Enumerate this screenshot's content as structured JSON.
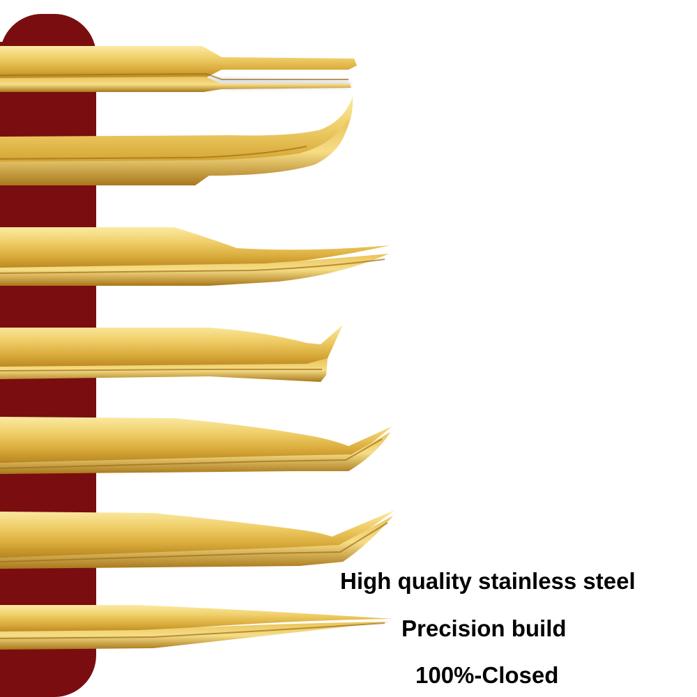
{
  "colors": {
    "background": "#ffffff",
    "backdrop_bar": "#7a0d10",
    "gold_light": "#f7e08a",
    "gold_mid": "#e2b84a",
    "gold_dark": "#a8771a",
    "caption_text": "#000000"
  },
  "product": {
    "tweezers": [
      {
        "id": "straight-wide",
        "tip": "straight-flat"
      },
      {
        "id": "curved-hook",
        "tip": "upturned-hook"
      },
      {
        "id": "slanted-curve",
        "tip": "long-curve"
      },
      {
        "id": "sharp-angle",
        "tip": "90-degree-angle"
      },
      {
        "id": "soft-angle",
        "tip": "angled-fine"
      },
      {
        "id": "boot-angle",
        "tip": "angled-long"
      },
      {
        "id": "straight-fine",
        "tip": "straight-needle"
      }
    ]
  },
  "captions": {
    "line1": "High quality stainless steel",
    "line2": "Precision build",
    "line3": "100%-Closed"
  }
}
